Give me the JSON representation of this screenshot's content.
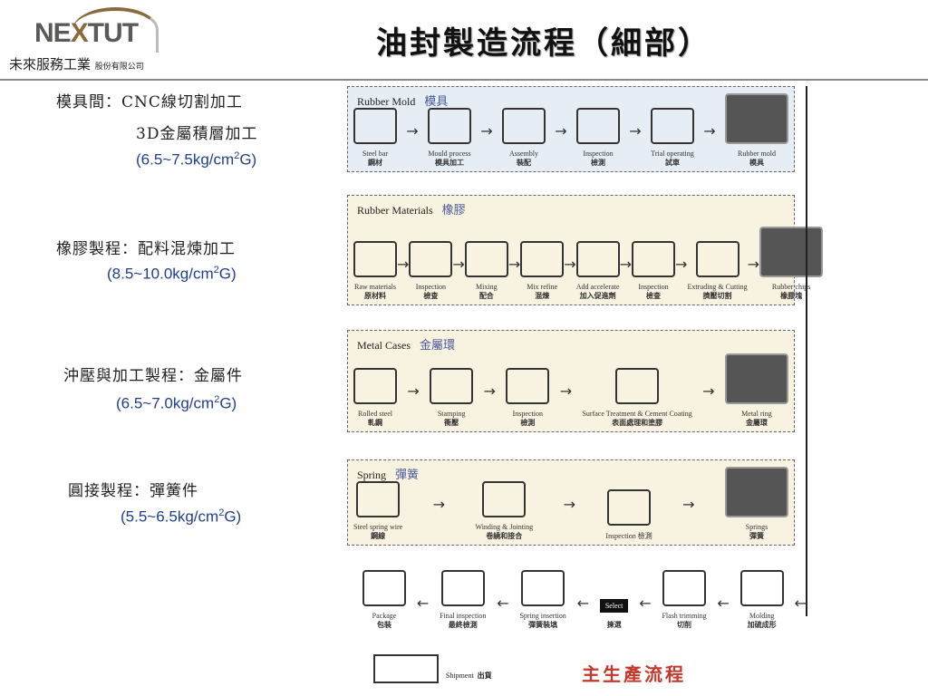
{
  "logo": {
    "brand_a": "NE",
    "brand_x": "X",
    "brand_b": "TUT",
    "company": "未來服務工業",
    "company_suffix": "股份有限公司"
  },
  "title": "油封製造流程（細部）",
  "left": [
    {
      "label": "模具間：CNC線切割加工",
      "label2": "3D金屬積層加工",
      "value": "(6.5~7.5kg/cm",
      "sup": "2",
      "suffix": "G)"
    },
    {
      "label": "橡膠製程：配料混煉加工",
      "value": "(8.5~10.0kg/cm",
      "sup": "2",
      "suffix": "G)"
    },
    {
      "label": "沖壓與加工製程：金屬件",
      "value": "(6.5~7.0kg/cm",
      "sup": "2",
      "suffix": "G)"
    },
    {
      "label": "圓接製程：彈簧件",
      "value": "(5.5~6.5kg/cm",
      "sup": "2",
      "suffix": "G)"
    }
  ],
  "panels": {
    "mold": {
      "title": "Rubber Mold",
      "title_cn": "模具",
      "steps": [
        {
          "en": "Steel bar",
          "zh": "鋼材"
        },
        {
          "en": "Mould process",
          "zh": "模具加工"
        },
        {
          "en": "Assembly",
          "zh": "裝配"
        },
        {
          "en": "Inspection",
          "zh": "檢測"
        },
        {
          "en": "Trial operating",
          "zh": "試車"
        },
        {
          "en": "Rubber mold",
          "zh": "模具"
        }
      ]
    },
    "rubber": {
      "title": "Rubber Materials",
      "title_cn": "橡膠",
      "steps": [
        {
          "en": "Raw materials",
          "zh": "原材料"
        },
        {
          "en": "Inspection",
          "zh": "檢查"
        },
        {
          "en": "Mixing",
          "zh": "配合"
        },
        {
          "en": "Mix refine",
          "zh": "混煉"
        },
        {
          "en": "Add accelerate",
          "zh": "加入促進劑"
        },
        {
          "en": "Inspection",
          "zh": "檢查"
        },
        {
          "en": "Extruding & Cutting",
          "zh": "擠壓切割"
        },
        {
          "en": "Rubber chips",
          "zh": "橡膠塊"
        }
      ]
    },
    "metal": {
      "title": "Metal Cases",
      "title_cn": "金屬環",
      "steps": [
        {
          "en": "Rolled steel",
          "zh": "軋鋼"
        },
        {
          "en": "Stamping",
          "zh": "衝壓"
        },
        {
          "en": "Inspection",
          "zh": "檢測"
        },
        {
          "en": "Surface Treatment & Cement Coating",
          "zh": "表面處理和塗膠"
        },
        {
          "en": "Metal ring",
          "zh": "金屬環"
        }
      ]
    },
    "spring": {
      "title": "Spring",
      "title_cn": "彈簧",
      "steps": [
        {
          "en": "Steel spring wire",
          "zh": "鋼線"
        },
        {
          "en": "Winding & Jointing",
          "zh": "卷繞和接合"
        },
        {
          "en": "Inspection 檢測",
          "zh": ""
        },
        {
          "en": "Springs",
          "zh": "彈簧"
        }
      ]
    }
  },
  "main_flow": {
    "steps": [
      {
        "en": "Package",
        "zh": "包裝"
      },
      {
        "en": "Final inspection",
        "zh": "最終檢測"
      },
      {
        "en": "Spring insertion",
        "zh": "彈簧裝填"
      },
      {
        "en": "Select",
        "zh": "揀選"
      },
      {
        "en": "Flash trimming",
        "zh": "切削"
      },
      {
        "en": "Molding",
        "zh": "加硫成形"
      }
    ],
    "shipment": "Shipment",
    "shipment_cn": "出貨",
    "label": "主生產流程"
  }
}
